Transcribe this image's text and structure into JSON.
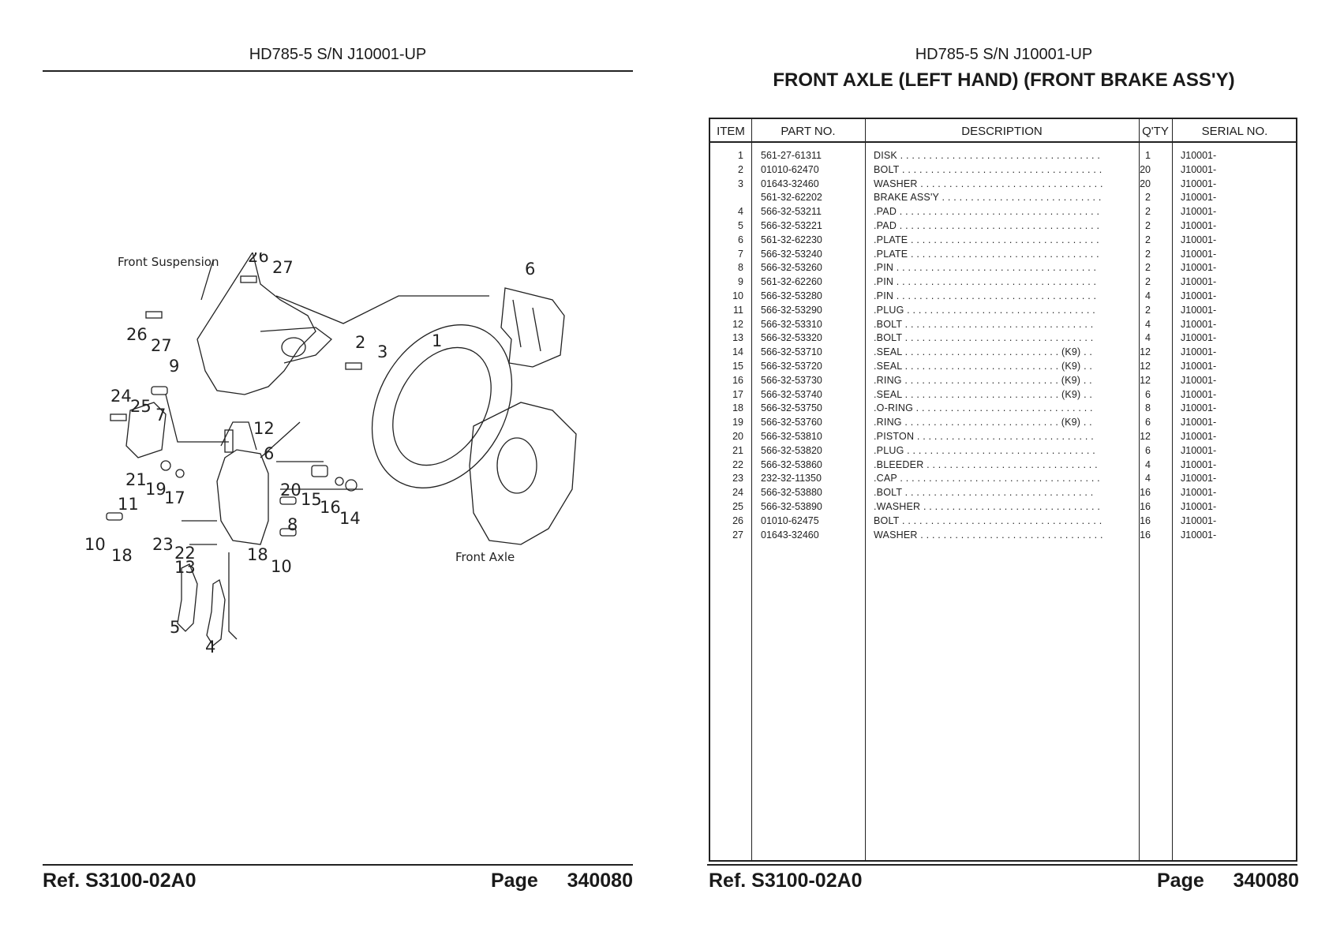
{
  "left": {
    "header": "HD785-5 S/N J10001-UP",
    "ref": "Ref.  S3100-02A0",
    "page_label": "Page",
    "page_no": "340080",
    "labels": {
      "front_suspension": "Front Suspension",
      "front_axle": "Front Axle"
    },
    "callouts": [
      "26",
      "27",
      "6",
      "26",
      "27",
      "2",
      "3",
      "1",
      "9",
      "24",
      "25",
      "7",
      "12",
      "6",
      "21",
      "19",
      "17",
      "20",
      "15",
      "16",
      "14",
      "11",
      "8",
      "10",
      "18",
      "23",
      "22",
      "13",
      "18",
      "10",
      "5",
      "4"
    ]
  },
  "right": {
    "header": "HD785-5 S/N J10001-UP",
    "title": "FRONT AXLE (LEFT HAND) (FRONT BRAKE ASS'Y)",
    "ref": "Ref.  S3100-02A0",
    "page_label": "Page",
    "page_no": "340080",
    "columns": [
      "ITEM",
      "PART NO.",
      "DESCRIPTION",
      "Q'TY",
      "SERIAL NO."
    ],
    "rows": [
      {
        "item": "1",
        "part": "561-27-61311",
        "desc": "DISK  . . . . . . . . . . . . . . . . . . . . . . . . . . . . . . . . . . .",
        "qty": "1",
        "serial": "J10001-"
      },
      {
        "item": "2",
        "part": "01010-62470",
        "desc": "BOLT  . . . . . . . . . . . . . . . . . . . . . . . . . . . . . . . . . . .",
        "qty": "20",
        "serial": "J10001-"
      },
      {
        "item": "3",
        "part": "01643-32460",
        "desc": "WASHER  . . . . . . . . . . . . . . . . . . . . . . . . . . . . . . . .",
        "qty": "20",
        "serial": "J10001-"
      },
      {
        "item": "",
        "part": "561-32-62202",
        "desc": "BRAKE ASS'Y  . . . . . . . . . . . . . . . . . . . . . . . . . . . .",
        "qty": "2",
        "serial": "J10001-"
      },
      {
        "item": "4",
        "part": "566-32-53211",
        "desc": ".PAD  . . . . . . . . . . . . . . . . . . . . . . . . . . . . . . . . . . .",
        "qty": "2",
        "serial": "J10001-"
      },
      {
        "item": "5",
        "part": "566-32-53221",
        "desc": ".PAD  . . . . . . . . . . . . . . . . . . . . . . . . . . . . . . . . . . .",
        "qty": "2",
        "serial": "J10001-"
      },
      {
        "item": "6",
        "part": "561-32-62230",
        "desc": ".PLATE  . . . . . . . . . . . . . . . . . . . . . . . . . . . . . . . . .",
        "qty": "2",
        "serial": "J10001-"
      },
      {
        "item": "7",
        "part": "566-32-53240",
        "desc": ".PLATE  . . . . . . . . . . . . . . . . . . . . . . . . . . . . . . . . .",
        "qty": "2",
        "serial": "J10001-"
      },
      {
        "item": "8",
        "part": "566-32-53260",
        "desc": ".PIN  . . . . . . . . . . . . . . . . . . . . . . . . . . . . . . . . . . .",
        "qty": "2",
        "serial": "J10001-"
      },
      {
        "item": "9",
        "part": "561-32-62260",
        "desc": ".PIN  . . . . . . . . . . . . . . . . . . . . . . . . . . . . . . . . . . .",
        "qty": "2",
        "serial": "J10001-"
      },
      {
        "item": "10",
        "part": "566-32-53280",
        "desc": ".PIN  . . . . . . . . . . . . . . . . . . . . . . . . . . . . . . . . . . .",
        "qty": "4",
        "serial": "J10001-"
      },
      {
        "item": "11",
        "part": "566-32-53290",
        "desc": ".PLUG  . . . . . . . . . . . . . . . . . . . . . . . . . . . . . . . . .",
        "qty": "2",
        "serial": "J10001-"
      },
      {
        "item": "12",
        "part": "566-32-53310",
        "desc": ".BOLT  . . . . . . . . . . . . . . . . . . . . . . . . . . . . . . . . .",
        "qty": "4",
        "serial": "J10001-"
      },
      {
        "item": "13",
        "part": "566-32-53320",
        "desc": ".BOLT  . . . . . . . . . . . . . . . . . . . . . . . . . . . . . . . . .",
        "qty": "4",
        "serial": "J10001-"
      },
      {
        "item": "14",
        "part": "566-32-53710",
        "desc": ".SEAL  . . . . . . . . . . . . . . . . . . . . . . . . . . . (K9)  . .",
        "qty": "12",
        "serial": "J10001-"
      },
      {
        "item": "15",
        "part": "566-32-53720",
        "desc": ".SEAL  . . . . . . . . . . . . . . . . . . . . . . . . . . . (K9)  . .",
        "qty": "12",
        "serial": "J10001-"
      },
      {
        "item": "16",
        "part": "566-32-53730",
        "desc": ".RING  . . . . . . . . . . . . . . . . . . . . . . . . . . . (K9)  . .",
        "qty": "12",
        "serial": "J10001-"
      },
      {
        "item": "17",
        "part": "566-32-53740",
        "desc": ".SEAL  . . . . . . . . . . . . . . . . . . . . . . . . . . . (K9)  . .",
        "qty": "6",
        "serial": "J10001-"
      },
      {
        "item": "18",
        "part": "566-32-53750",
        "desc": ".O-RING  . . . . . . . . . . . . . . . . . . . . . . . . . . . . . . .",
        "qty": "8",
        "serial": "J10001-"
      },
      {
        "item": "19",
        "part": "566-32-53760",
        "desc": ".RING  . . . . . . . . . . . . . . . . . . . . . . . . . . . (K9)  . .",
        "qty": "6",
        "serial": "J10001-"
      },
      {
        "item": "20",
        "part": "566-32-53810",
        "desc": ".PISTON  . . . . . . . . . . . . . . . . . . . . . . . . . . . . . . .",
        "qty": "12",
        "serial": "J10001-"
      },
      {
        "item": "21",
        "part": "566-32-53820",
        "desc": ".PLUG  . . . . . . . . . . . . . . . . . . . . . . . . . . . . . . . . .",
        "qty": "6",
        "serial": "J10001-"
      },
      {
        "item": "22",
        "part": "566-32-53860",
        "desc": ".BLEEDER  . . . . . . . . . . . . . . . . . . . . . . . . . . . . . .",
        "qty": "4",
        "serial": "J10001-"
      },
      {
        "item": "23",
        "part": "232-32-11350",
        "desc": ".CAP  . . . . . . . . . . . . . . . . . . . . . . . . . . . . . . . . . . .",
        "qty": "4",
        "serial": "J10001-"
      },
      {
        "item": "24",
        "part": "566-32-53880",
        "desc": ".BOLT  . . . . . . . . . . . . . . . . . . . . . . . . . . . . . . . . .",
        "qty": "16",
        "serial": "J10001-"
      },
      {
        "item": "25",
        "part": "566-32-53890",
        "desc": ".WASHER  . . . . . . . . . . . . . . . . . . . . . . . . . . . . . . .",
        "qty": "16",
        "serial": "J10001-"
      },
      {
        "item": "26",
        "part": "01010-62475",
        "desc": "BOLT  . . . . . . . . . . . . . . . . . . . . . . . . . . . . . . . . . . .",
        "qty": "16",
        "serial": "J10001-"
      },
      {
        "item": "27",
        "part": "01643-32460",
        "desc": "WASHER  . . . . . . . . . . . . . . . . . . . . . . . . . . . . . . . .",
        "qty": "16",
        "serial": "J10001-"
      }
    ]
  }
}
